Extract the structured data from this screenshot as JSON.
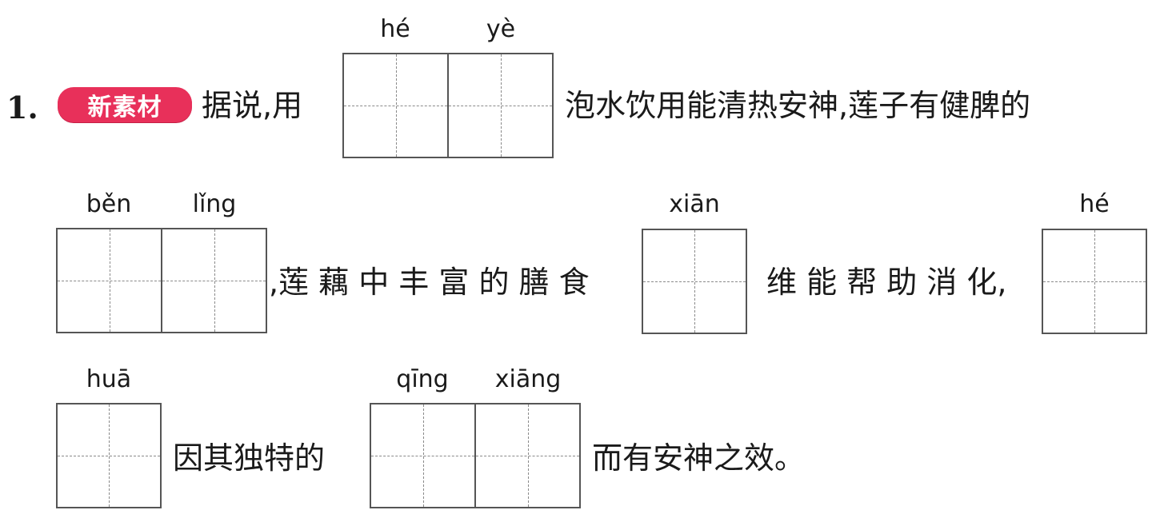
{
  "question": {
    "number": "1.",
    "badge": "新素材"
  },
  "line1": {
    "before": "据说,用",
    "pinyin": [
      "hé",
      "yè"
    ],
    "after": "泡水饮用能清热安神,莲子有健脾的"
  },
  "line2": {
    "pinyin_1": [
      "běn",
      "lǐng"
    ],
    "text_1": ",莲 藕 中 丰 富 的 膳 食",
    "pinyin_2": "xiān",
    "text_2": "维 能 帮 助 消 化,",
    "pinyin_3": "hé"
  },
  "line3": {
    "pinyin_1": "huā",
    "text_1": "因其独特的",
    "pinyin_2": [
      "qīng",
      "xiāng"
    ],
    "text_2": "而有安神之效。"
  }
}
